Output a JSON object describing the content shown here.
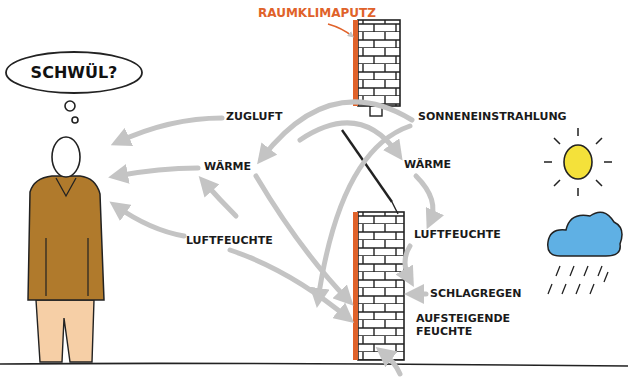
{
  "diagram": {
    "nodes": [
      {
        "text": [
          "SCHWÜL?"
        ]
      }
    ],
    "labels": [
      "RAUMKLIMAPUTZ",
      "ZUGLUFT",
      "WÄRME",
      "LUFTFEUCHTE",
      "SONNENEINSTRAHLUNG",
      "WÄRME",
      "LUFTFEUCHTE",
      "SCHLAGREGEN",
      "AUFSTEIGENDE FEUCHTE"
    ]
  }
}
